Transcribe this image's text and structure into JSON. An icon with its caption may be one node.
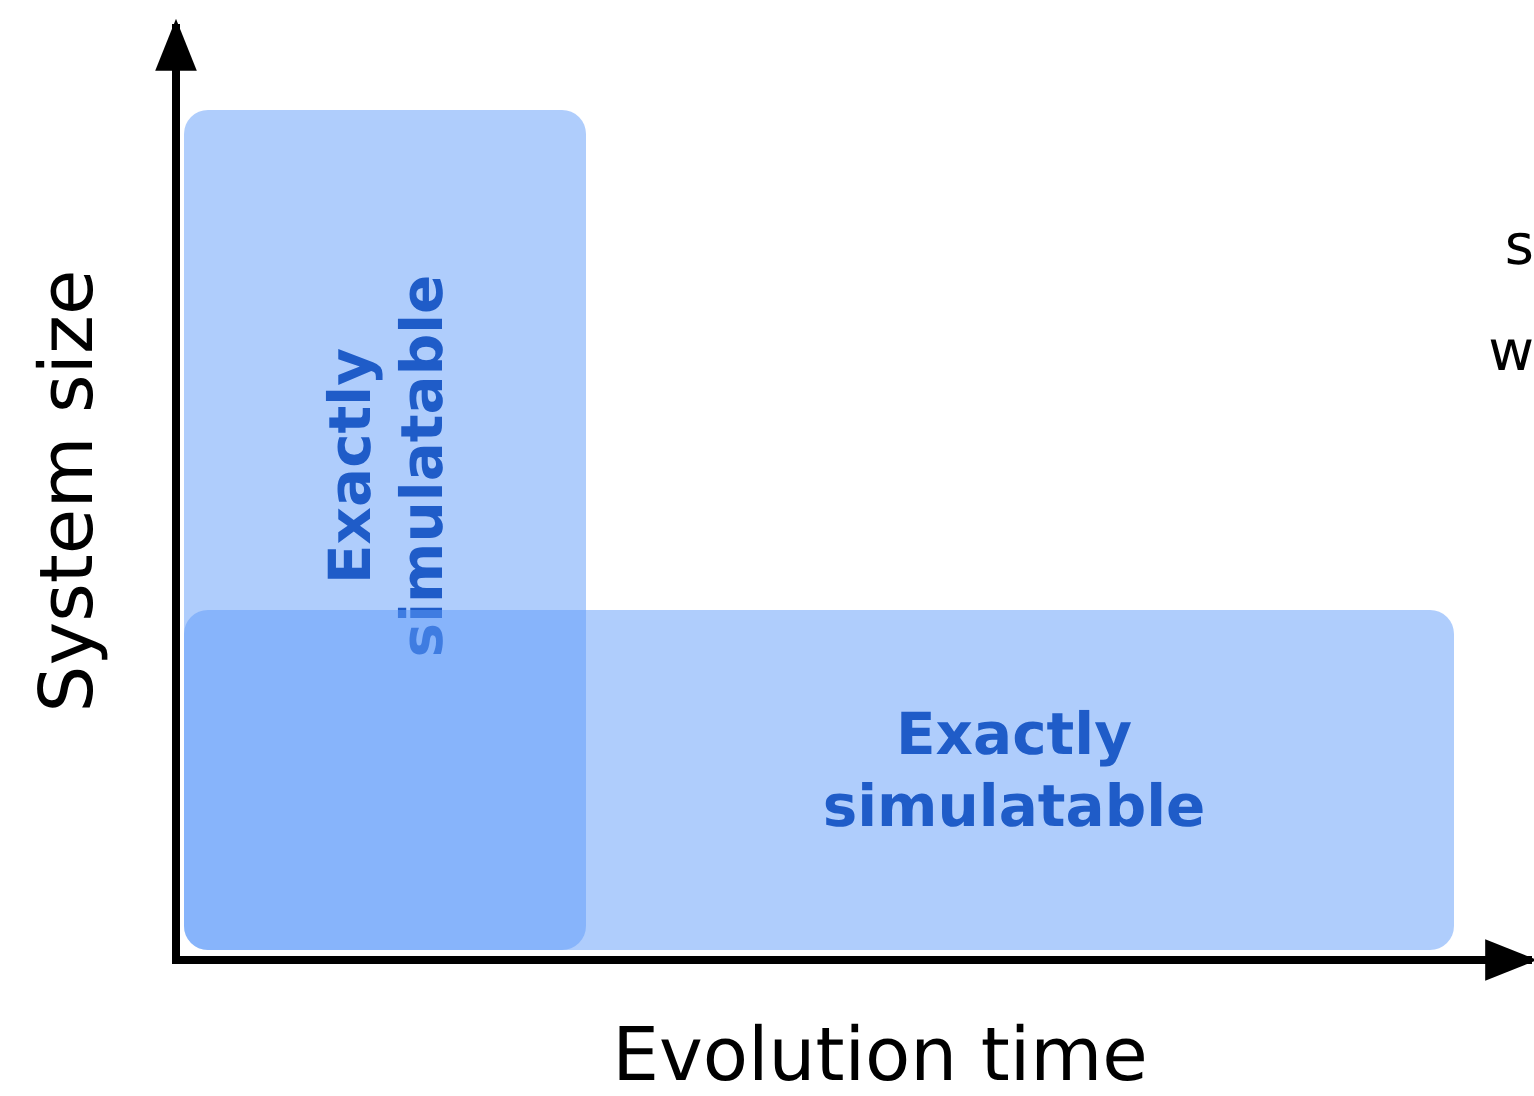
{
  "diagram": {
    "nodes": [
      {
        "text": [
          "Exactly simulatable"
        ]
      },
      {
        "text": [
          "Exactly simulatable"
        ]
      }
    ],
    "labels": [
      "System size",
      "Evolution time",
      "s",
      "w"
    ]
  }
}
